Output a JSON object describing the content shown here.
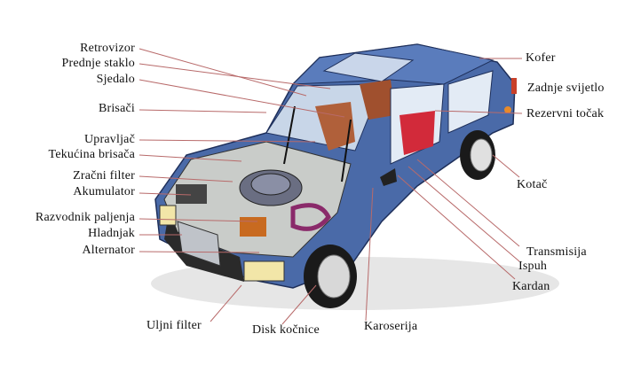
{
  "labels_left": [
    "Retrovizor",
    "Prednje staklo",
    "Sjedalo",
    "Brisači",
    "Upravljač",
    "Tekućina brisača",
    "Zračni filter",
    "Akumulator",
    "Razvodnik paljenja",
    "Hladnjak",
    "Alternator"
  ],
  "labels_right": [
    "Kofer",
    "Zadnje svijetlo",
    "Rezervni točak",
    "Kotač",
    "Transmisija",
    "Ispuh",
    "Kardan"
  ],
  "labels_bottom": [
    "Uljni filter",
    "Disk kočnice",
    "Karoserija"
  ],
  "colors": {
    "body": "#4a6aa8",
    "leader": "#b86a6a",
    "interior": "#b0603a"
  }
}
